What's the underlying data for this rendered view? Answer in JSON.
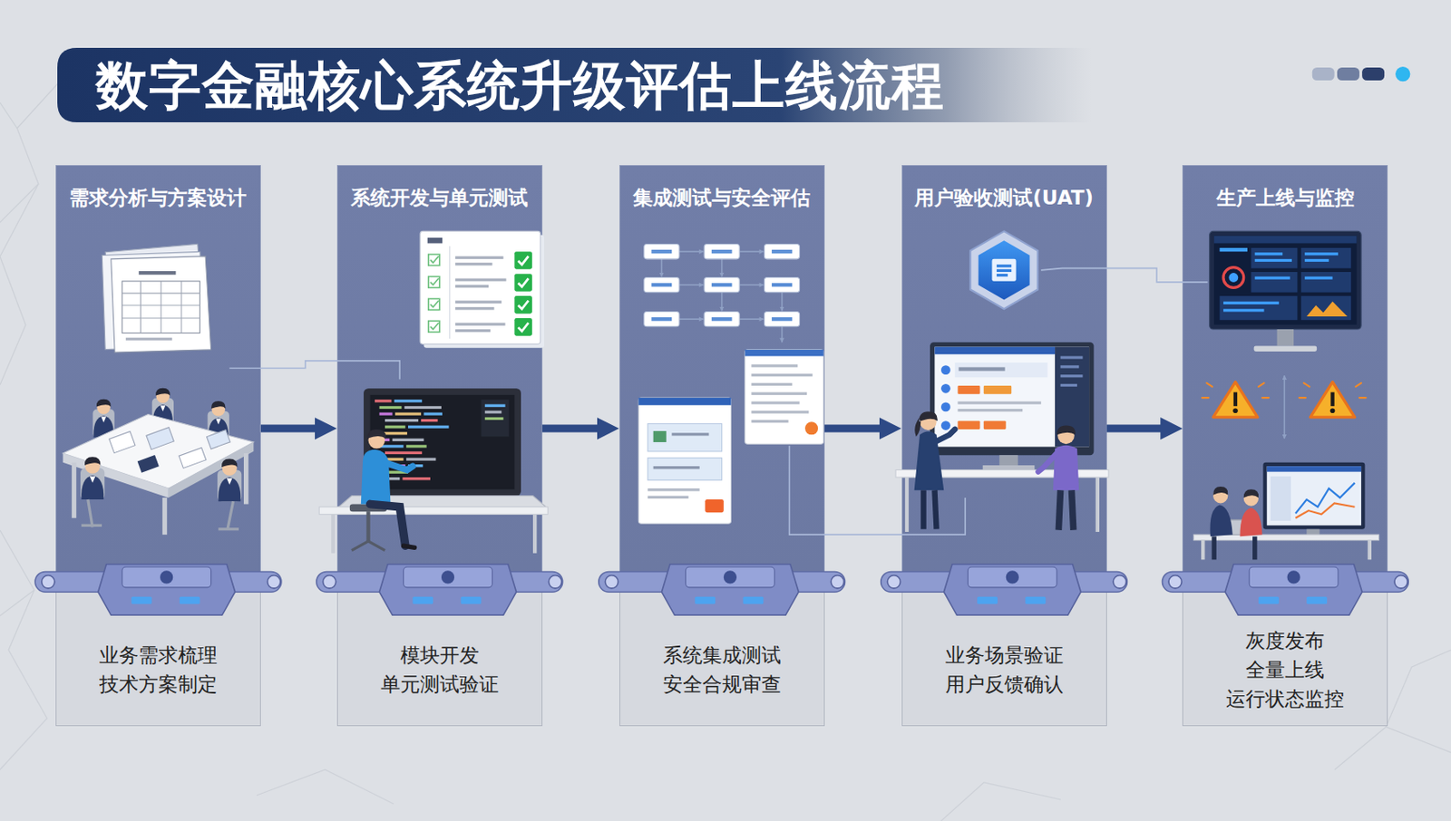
{
  "diagram": {
    "title": "数字金融核心系统升级评估上线流程",
    "nodes": [
      {
        "text": [
          "需求分析与方案设计"
        ]
      },
      {
        "text": [
          "业务需求梳理 技术方案制定"
        ],
        "in": 0
      },
      {
        "text": [
          "系统开发与单元测试"
        ]
      },
      {
        "text": [
          "模块开发 单元测试验证"
        ],
        "in": 2
      },
      {
        "text": [
          "集成测试与安全评估"
        ]
      },
      {
        "text": [
          "系统集成测试 安全合规审查"
        ],
        "in": 4
      },
      {
        "text": [
          "用户验收测试(UAT)"
        ]
      },
      {
        "text": [
          "业务场景验证 用户反馈确认"
        ],
        "in": 6
      },
      {
        "text": [
          "生产上线与监控"
        ]
      },
      {
        "text": [
          "灰度发布 全量上线 运行状态监控"
        ],
        "in": 8
      }
    ],
    "edges": [
      {
        "from": 0,
        "to": 2,
        "arrow": "to"
      },
      {
        "from": 2,
        "to": 4,
        "arrow": "to"
      },
      {
        "from": 4,
        "to": 6,
        "arrow": "to"
      },
      {
        "from": 6,
        "to": 8,
        "arrow": "to"
      }
    ]
  }
}
